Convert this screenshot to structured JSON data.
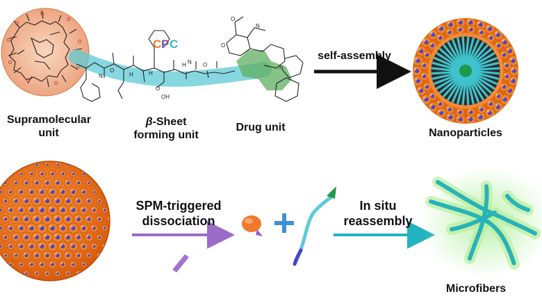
{
  "top": {
    "cpc": {
      "c1": "C",
      "p": "P",
      "c2": "C",
      "c1_color": "#f07a2a",
      "p_color": "#7a4fb0",
      "c2_color": "#33b8c4"
    },
    "supramolecular_label_line1": "Supramolecular",
    "supramolecular_label_line2": "unit",
    "beta_symbol": "β",
    "beta_label_line1_rest": "-Sheet",
    "beta_label_line2": "forming unit",
    "drug_label": "Drug unit",
    "arrow_label": "self-assembly",
    "nanoparticles_label": "Nanoparticles"
  },
  "bottom": {
    "step1_label_line1": "SPM-triggered",
    "step1_label_line2": "dissociation",
    "step2_label_line1": "In situ",
    "step2_label_line2": "reassembly",
    "microfibers_label": "Microfibers"
  },
  "colors": {
    "macrocycle_orange": "#f07a2a",
    "peptide_cyan": "#5ec9d6",
    "drug_green": "#5fae5f",
    "arrow_purple": "#9b6cc7",
    "arrow_cyan": "#22b2c0",
    "fiber_glow": "#9be08a",
    "guest_blue": "#5a4fd8"
  }
}
